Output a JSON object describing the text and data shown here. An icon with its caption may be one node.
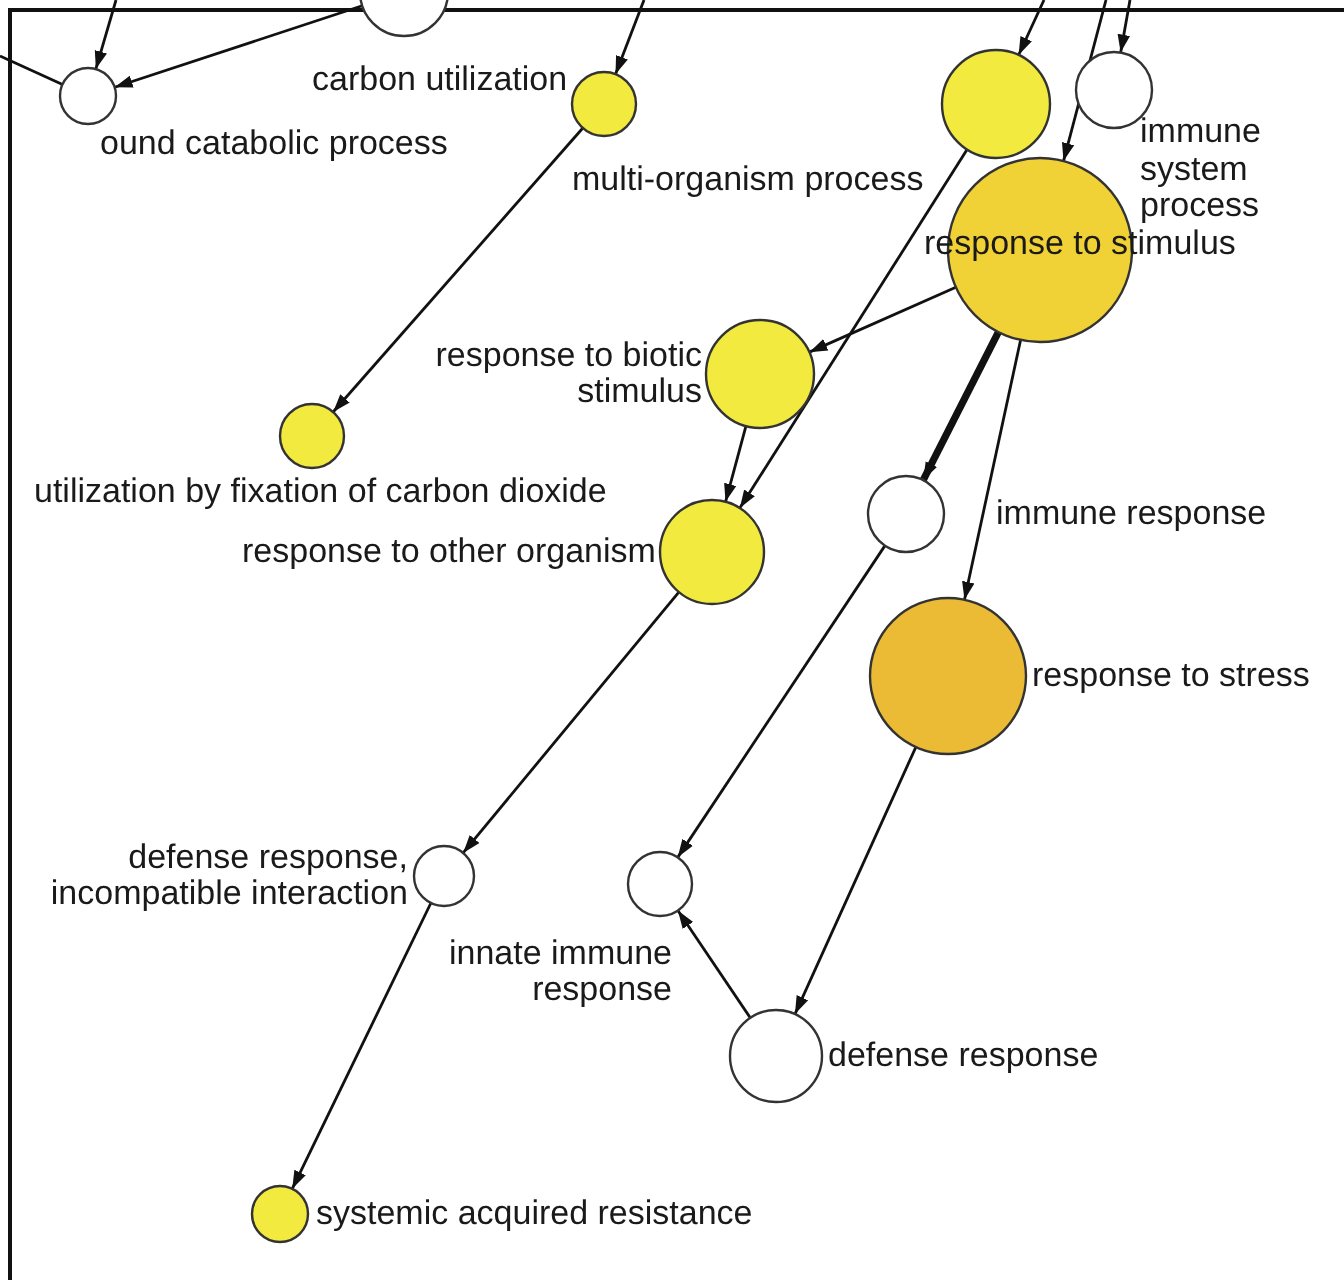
{
  "diagram": {
    "nodes": [
      {
        "text": [],
        "shape": "circle"
      },
      {
        "text": [
          "ound catabolic process"
        ]
      },
      {
        "text": [
          "carbon utilization"
        ]
      },
      {
        "text": [
          "utilization by fixation of carbon dioxide"
        ]
      },
      {
        "text": [
          "multi-organism process"
        ]
      },
      {
        "text": [
          "immune system process"
        ]
      },
      {
        "text": [
          "response to stimulus"
        ]
      },
      {
        "text": [
          "response to biotic stimulus"
        ]
      },
      {
        "text": [
          "immune response"
        ]
      },
      {
        "text": [
          "response to other organism"
        ]
      },
      {
        "text": [
          "response to stress"
        ]
      },
      {
        "text": [
          "defense response, incompatible interaction"
        ]
      },
      {
        "text": [
          "innate immune response"
        ]
      },
      {
        "text": [
          "defense response"
        ]
      },
      {
        "text": [
          "systemic acquired resistance"
        ]
      }
    ],
    "edges": [
      {
        "from": null,
        "to": 1,
        "arrow": "to"
      },
      {
        "from": 0,
        "to": 1,
        "arrow": "to"
      },
      {
        "from": null,
        "to": 1,
        "arrow": "none"
      },
      {
        "from": null,
        "to": 2,
        "arrow": "to"
      },
      {
        "from": 2,
        "to": 3,
        "arrow": "to"
      },
      {
        "from": null,
        "to": 4,
        "arrow": "to"
      },
      {
        "from": null,
        "to": 5,
        "arrow": "to"
      },
      {
        "from": null,
        "to": 6,
        "arrow": "to"
      },
      {
        "from": 6,
        "to": 7,
        "arrow": "to"
      },
      {
        "from": 4,
        "to": 9,
        "arrow": "to"
      },
      {
        "from": 7,
        "to": 9,
        "arrow": "to"
      },
      {
        "from": 6,
        "to": 8,
        "arrow": "to",
        "style": "thick"
      },
      {
        "from": 6,
        "to": 10,
        "arrow": "to"
      },
      {
        "from": 9,
        "to": 11,
        "arrow": "to"
      },
      {
        "from": 8,
        "to": 12,
        "arrow": "to"
      },
      {
        "from": 10,
        "to": 13,
        "arrow": "to"
      },
      {
        "from": 13,
        "to": 12,
        "arrow": "to"
      },
      {
        "from": 11,
        "to": 14,
        "arrow": "to"
      }
    ]
  }
}
